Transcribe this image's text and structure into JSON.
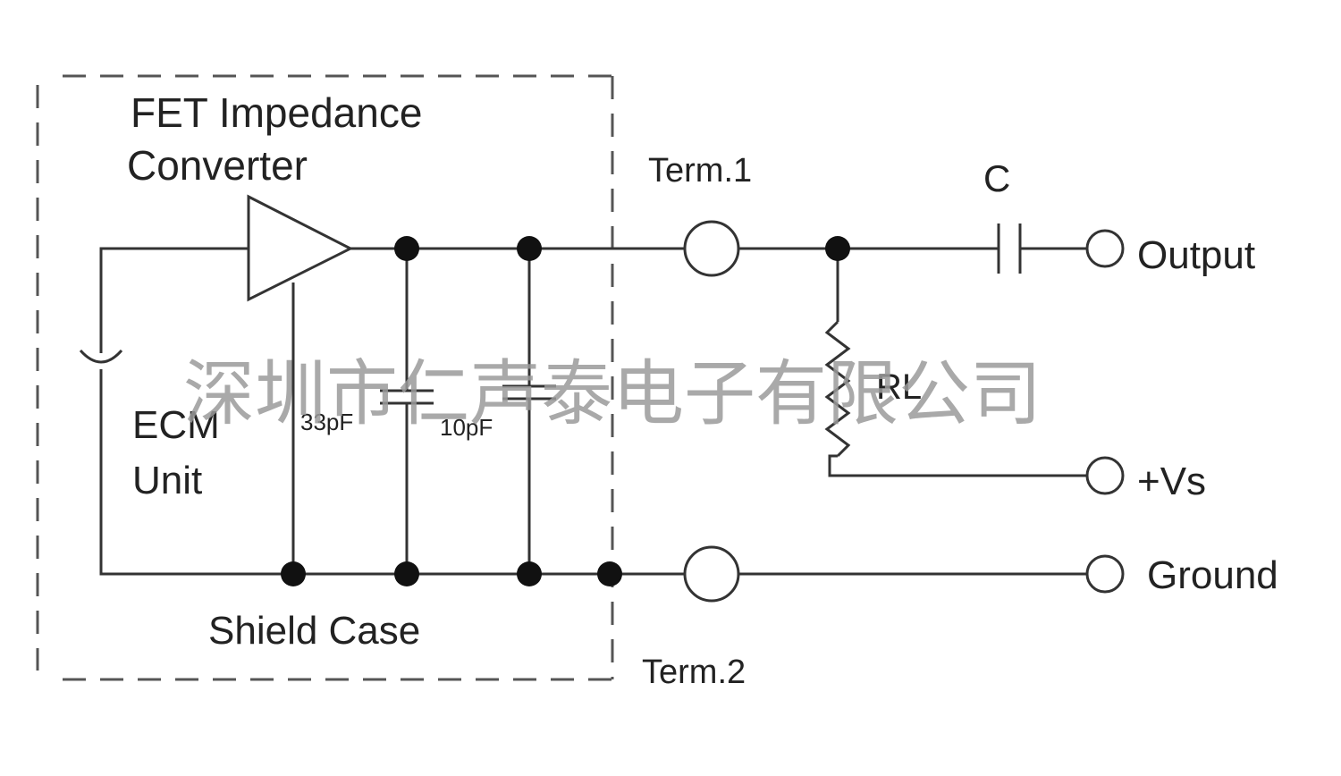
{
  "diagram": {
    "module_label_line1": "FET Impedance",
    "module_label_line2": "Converter",
    "ecm_line1": "ECM",
    "ecm_line2": "Unit",
    "cap1": "33pF",
    "cap2": "10pF",
    "shield": "Shield Case",
    "term1": "Term.1",
    "term2": "Term.2",
    "capacitor": "C",
    "resistor": "RL",
    "output": "Output",
    "supply": "+Vs",
    "ground": "Ground",
    "watermark": "深圳市仁声泰电子有限公司"
  },
  "colors": {
    "wire": "#333333",
    "dashed_box": "#555555",
    "watermark": "#9a9a9a"
  }
}
